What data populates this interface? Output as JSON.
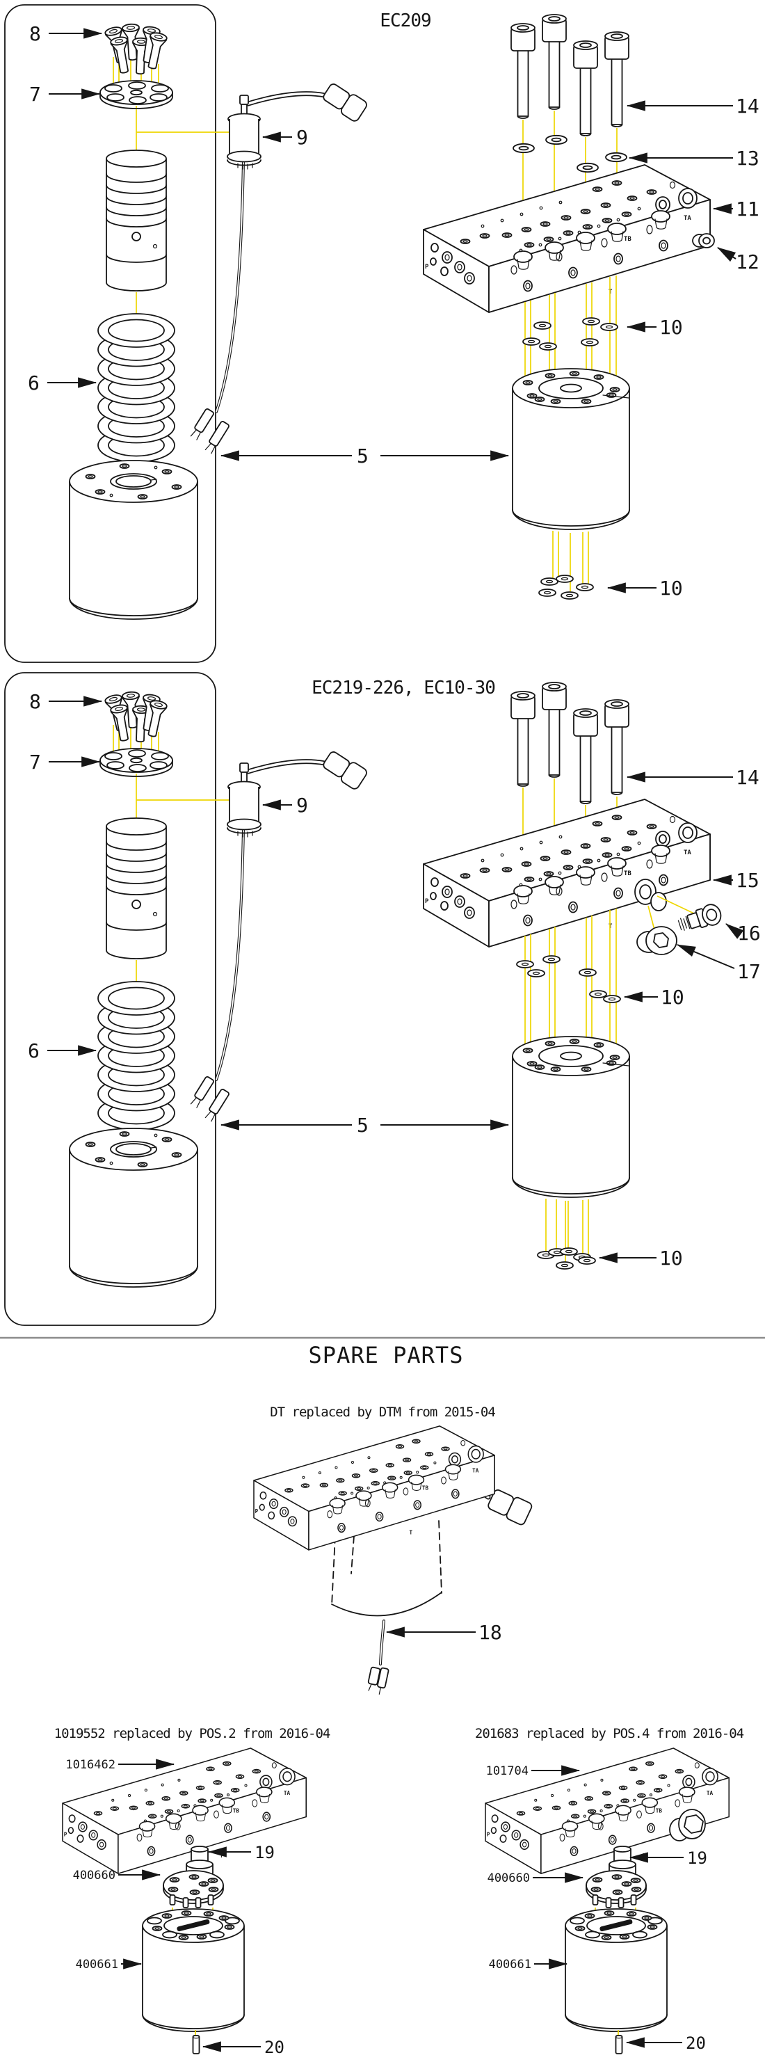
{
  "colors": {
    "linework": "#161616",
    "highlight_yellow": "#eed600",
    "divider_gray": "#8c8c8c",
    "background": "#ffffff"
  },
  "block_markings": {
    "p": "P",
    "t": "T",
    "ta": "TA",
    "tb": "TB"
  },
  "section1": {
    "title": "EC209",
    "callouts": {
      "c5": "5",
      "c6": "6",
      "c7": "7",
      "c8": "8",
      "c9": "9",
      "c10": "10",
      "c11": "11",
      "c12": "12",
      "c13": "13",
      "c14": "14"
    }
  },
  "section2": {
    "title": "EC219-226, EC10-30",
    "callouts": {
      "c5": "5",
      "c6": "6",
      "c7": "7",
      "c8": "8",
      "c9": "9",
      "c10": "10",
      "c14": "14",
      "c15": "15",
      "c16": "16",
      "c17": "17"
    }
  },
  "spare": {
    "heading": "SPARE PARTS",
    "dtm_note": "DT replaced by DTM from 2015-04",
    "c18": "18",
    "left": {
      "note": "1019552 replaced by POS.2 from 2016-04",
      "block_part": "1016462",
      "disc_part": "400660",
      "c19": "19",
      "cylinder_part": "400661",
      "c20": "20"
    },
    "right": {
      "note": "201683 replaced by POS.4 from 2016-04",
      "block_part": "101704",
      "disc_part": "400660",
      "c19": "19",
      "cylinder_part": "400661",
      "c20": "20"
    }
  }
}
